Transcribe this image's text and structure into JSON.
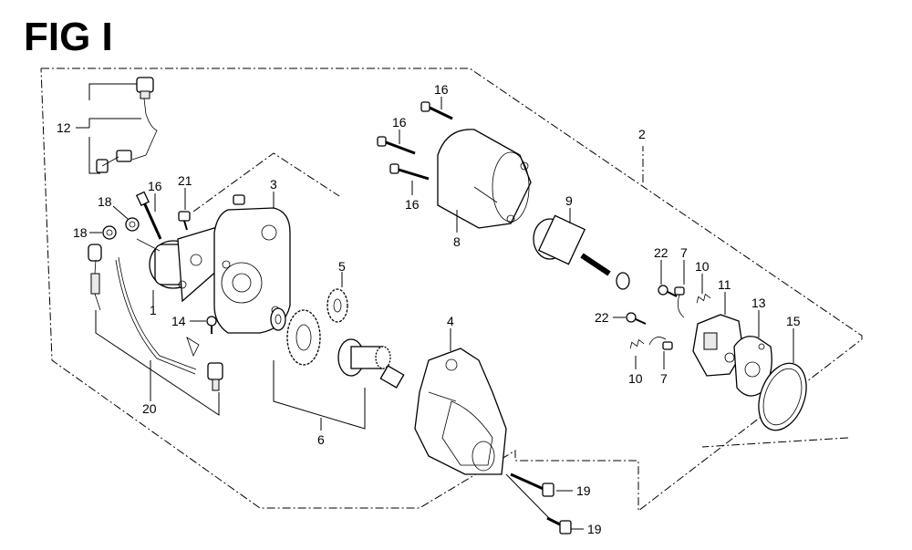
{
  "figure": {
    "title": "FIG I",
    "callouts": [
      {
        "id": "c1",
        "label": "1"
      },
      {
        "id": "c2",
        "label": "2"
      },
      {
        "id": "c3",
        "label": "3"
      },
      {
        "id": "c4",
        "label": "4"
      },
      {
        "id": "c5",
        "label": "5"
      },
      {
        "id": "c6",
        "label": "6"
      },
      {
        "id": "c7a",
        "label": "7"
      },
      {
        "id": "c7b",
        "label": "7"
      },
      {
        "id": "c8",
        "label": "8"
      },
      {
        "id": "c9",
        "label": "9"
      },
      {
        "id": "c10a",
        "label": "10"
      },
      {
        "id": "c10b",
        "label": "10"
      },
      {
        "id": "c11",
        "label": "11"
      },
      {
        "id": "c12",
        "label": "12"
      },
      {
        "id": "c13",
        "label": "13"
      },
      {
        "id": "c14",
        "label": "14"
      },
      {
        "id": "c15",
        "label": "15"
      },
      {
        "id": "c16a",
        "label": "16"
      },
      {
        "id": "c16b",
        "label": "16"
      },
      {
        "id": "c16c",
        "label": "16"
      },
      {
        "id": "c16d",
        "label": "16"
      },
      {
        "id": "c18a",
        "label": "18"
      },
      {
        "id": "c18b",
        "label": "18"
      },
      {
        "id": "c19a",
        "label": "19"
      },
      {
        "id": "c19b",
        "label": "19"
      },
      {
        "id": "c20",
        "label": "20"
      },
      {
        "id": "c21",
        "label": "21"
      },
      {
        "id": "c22a",
        "label": "22"
      },
      {
        "id": "c22b",
        "label": "22"
      }
    ]
  }
}
